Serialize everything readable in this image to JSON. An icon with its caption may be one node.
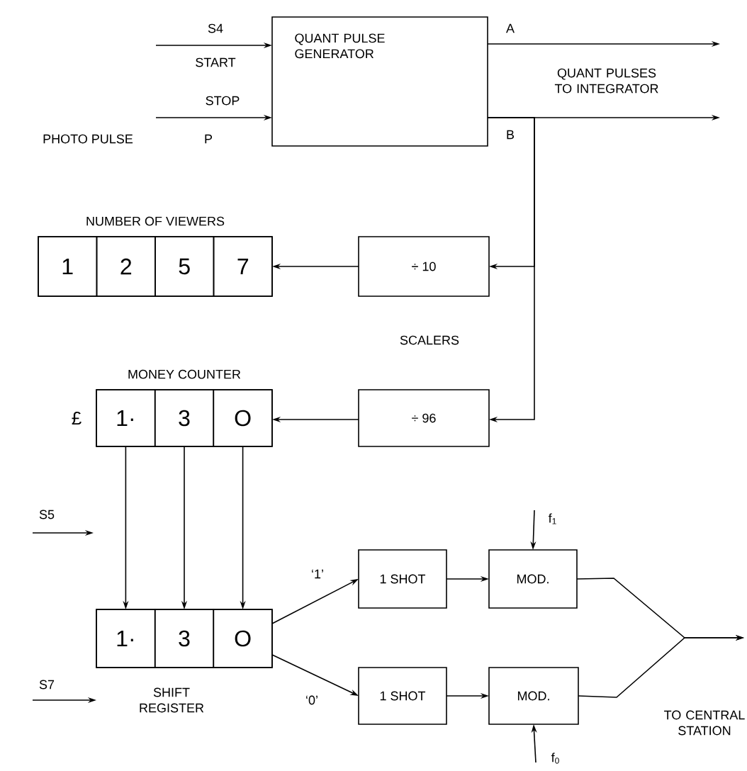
{
  "diagram": {
    "nodes": [
      {
        "text": [
          "QUANT PULSE GENERATOR"
        ]
      },
      {
        "text": [
          "NUMBER OF VIEWERS"
        ]
      },
      {
        "text": [
          "1"
        ],
        "in": 1
      },
      {
        "text": [
          "2"
        ],
        "in": 1
      },
      {
        "text": [
          "5"
        ],
        "in": 1
      },
      {
        "text": [
          "7"
        ],
        "in": 1
      },
      {
        "text": [
          "÷ 10"
        ]
      },
      {
        "text": [
          "÷ 96"
        ]
      },
      {
        "text": [
          "MONEY COUNTER"
        ],
        "beside": [
          "£"
        ]
      },
      {
        "text": [
          "1·"
        ],
        "in": 8
      },
      {
        "text": [
          "3"
        ],
        "in": 8
      },
      {
        "text": [
          "O"
        ],
        "in": 8
      },
      {
        "text": [
          "SHIFT REGISTER"
        ]
      },
      {
        "text": [
          "1·"
        ],
        "in": 12
      },
      {
        "text": [
          "3"
        ],
        "in": 12
      },
      {
        "text": [
          "O"
        ],
        "in": 12
      },
      {
        "text": [
          "1 SHOT"
        ]
      },
      {
        "text": [
          "1 SHOT"
        ]
      },
      {
        "text": [
          "MOD."
        ]
      },
      {
        "text": [
          "MOD."
        ]
      }
    ],
    "edges": [
      {
        "from": null,
        "to": 0,
        "arrow": "to",
        "label": "START"
      },
      {
        "from": null,
        "to": 0,
        "arrow": "to",
        "label": "STOP"
      },
      {
        "from": 0,
        "to": null,
        "arrow": "to"
      },
      {
        "from": 0,
        "to": null,
        "arrow": "to"
      },
      {
        "from": 0,
        "to": 6,
        "arrow": "to"
      },
      {
        "from": 0,
        "to": 7,
        "arrow": "to"
      },
      {
        "from": 6,
        "to": 1,
        "arrow": "to"
      },
      {
        "from": 7,
        "to": 8,
        "arrow": "to"
      },
      {
        "from": 9,
        "to": 13,
        "arrow": "to"
      },
      {
        "from": 10,
        "to": 14,
        "arrow": "to"
      },
      {
        "from": 11,
        "to": 15,
        "arrow": "to"
      },
      {
        "from": 12,
        "to": 16,
        "arrow": "to",
        "label": "‘1’"
      },
      {
        "from": 12,
        "to": 17,
        "arrow": "to",
        "label": "‘0’"
      },
      {
        "from": 16,
        "to": 18,
        "arrow": "to"
      },
      {
        "from": 17,
        "to": 19,
        "arrow": "to"
      },
      {
        "from": 18,
        "to": null,
        "arrow": "to"
      },
      {
        "from": 19,
        "to": null,
        "arrow": "to"
      },
      {
        "from": null,
        "to": 18,
        "arrow": "to",
        "label": "f$_{1}$"
      },
      {
        "from": null,
        "to": 19,
        "arrow": "to",
        "label": "f$_{0}$"
      }
    ],
    "labels": [
      "S4",
      "P",
      "PHOTO PULSE",
      "A",
      "B",
      "QUANT PULSES TO INTEGRATOR",
      "SCALERS",
      "S5",
      "S7",
      "TO CENTRAL STATION"
    ]
  }
}
